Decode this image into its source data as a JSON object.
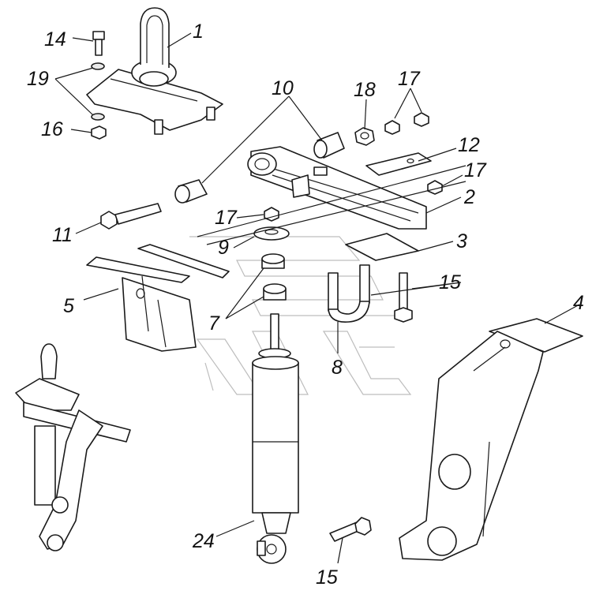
{
  "callouts": [
    {
      "id": "c1",
      "text": "1"
    },
    {
      "id": "c2",
      "text": "2"
    },
    {
      "id": "c3",
      "text": "3"
    },
    {
      "id": "c4",
      "text": "4"
    },
    {
      "id": "c5",
      "text": "5"
    },
    {
      "id": "c7",
      "text": "7"
    },
    {
      "id": "c8",
      "text": "8"
    },
    {
      "id": "c9",
      "text": "9"
    },
    {
      "id": "c10",
      "text": "10"
    },
    {
      "id": "c11",
      "text": "11"
    },
    {
      "id": "c12",
      "text": "12"
    },
    {
      "id": "c14",
      "text": "14"
    },
    {
      "id": "c15a",
      "text": "15"
    },
    {
      "id": "c15b",
      "text": "15"
    },
    {
      "id": "c16",
      "text": "16"
    },
    {
      "id": "c17a",
      "text": "17"
    },
    {
      "id": "c17b",
      "text": "17"
    },
    {
      "id": "c17c",
      "text": "17"
    },
    {
      "id": "c18",
      "text": "18"
    },
    {
      "id": "c19",
      "text": "19"
    },
    {
      "id": "c24",
      "text": "24"
    }
  ],
  "colors": {
    "line": "#1a1a1a",
    "watermark": "#bdbdbd",
    "background": "#ffffff"
  }
}
